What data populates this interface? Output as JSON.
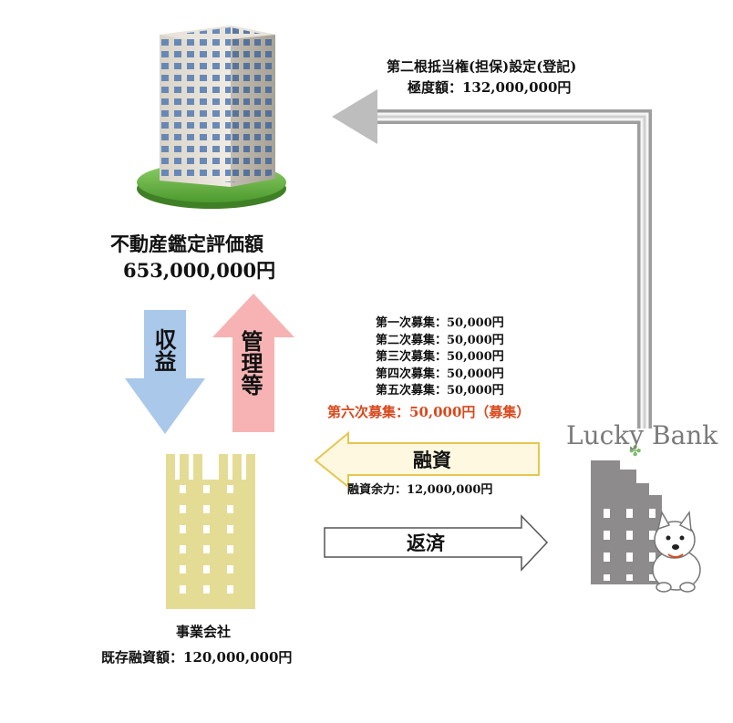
{
  "mortgage": {
    "line1": "第二根抵当権(担保)設定(登記)",
    "line2": "極度額：132,000,000円"
  },
  "property": {
    "label": "不動産鑑定評価額",
    "value": "653,000,000円"
  },
  "flows": {
    "income": "収益",
    "management": "管理等",
    "financing": "融資",
    "repayment": "返済"
  },
  "fundraising": {
    "rounds": [
      "第一次募集：50,000円",
      "第二次募集：50,000円",
      "第三次募集：50,000円",
      "第四次募集：50,000円",
      "第五次募集：50,000円"
    ],
    "current": "第六次募集：50,000円（募集）"
  },
  "financing_capacity": "融資余力：12,000,000円",
  "company": {
    "label": "事業会社",
    "existing_loan": "既存融資額：120,000,000円"
  },
  "bank": {
    "name": "Lucky Bank"
  },
  "colors": {
    "current_round": "#d9481c",
    "income_arrow": "#a9c8ea",
    "management_arrow": "#f7b3b3",
    "financing_fill": "#fdf8df",
    "financing_stroke": "#e5c651",
    "company_building": "#e4dc95",
    "bank_building": "#8d8b8b",
    "pipe": "#b9b9b9"
  }
}
